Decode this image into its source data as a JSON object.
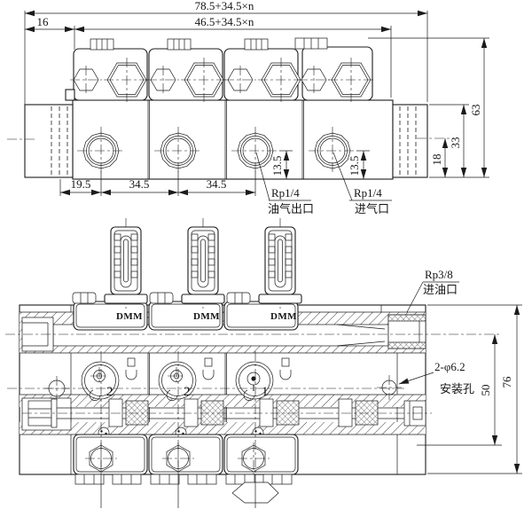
{
  "drawing": {
    "top_view": {
      "dimensions": {
        "overall_length": "78.5+34.5×n",
        "block_length": "46.5+34.5×n",
        "end_plate_width": "16",
        "first_port_offset": "19.5",
        "port_pitch_a": "34.5",
        "port_pitch_b": "34.5",
        "outlet_port_height": "13.5",
        "inlet_port_height": "13.5",
        "side_port_height": "18",
        "end_plate_height": "33",
        "total_height": "63"
      },
      "labels": {
        "outlet_thread": "Rp1/4",
        "outlet_name": "油气出口",
        "inlet_thread": "Rp1/4",
        "inlet_name": "进气口"
      }
    },
    "section_view": {
      "dimensions": {
        "bore_to_base_height": "50",
        "total_height": "76"
      },
      "labels": {
        "oil_inlet_thread": "Rp3/8",
        "oil_inlet_name": "进油口",
        "mount_hole_spec": "2-φ6.2",
        "mount_hole_name": "安装孔",
        "valve_brand": "DMM",
        "position_1": "1",
        "position_2": "2"
      }
    }
  }
}
